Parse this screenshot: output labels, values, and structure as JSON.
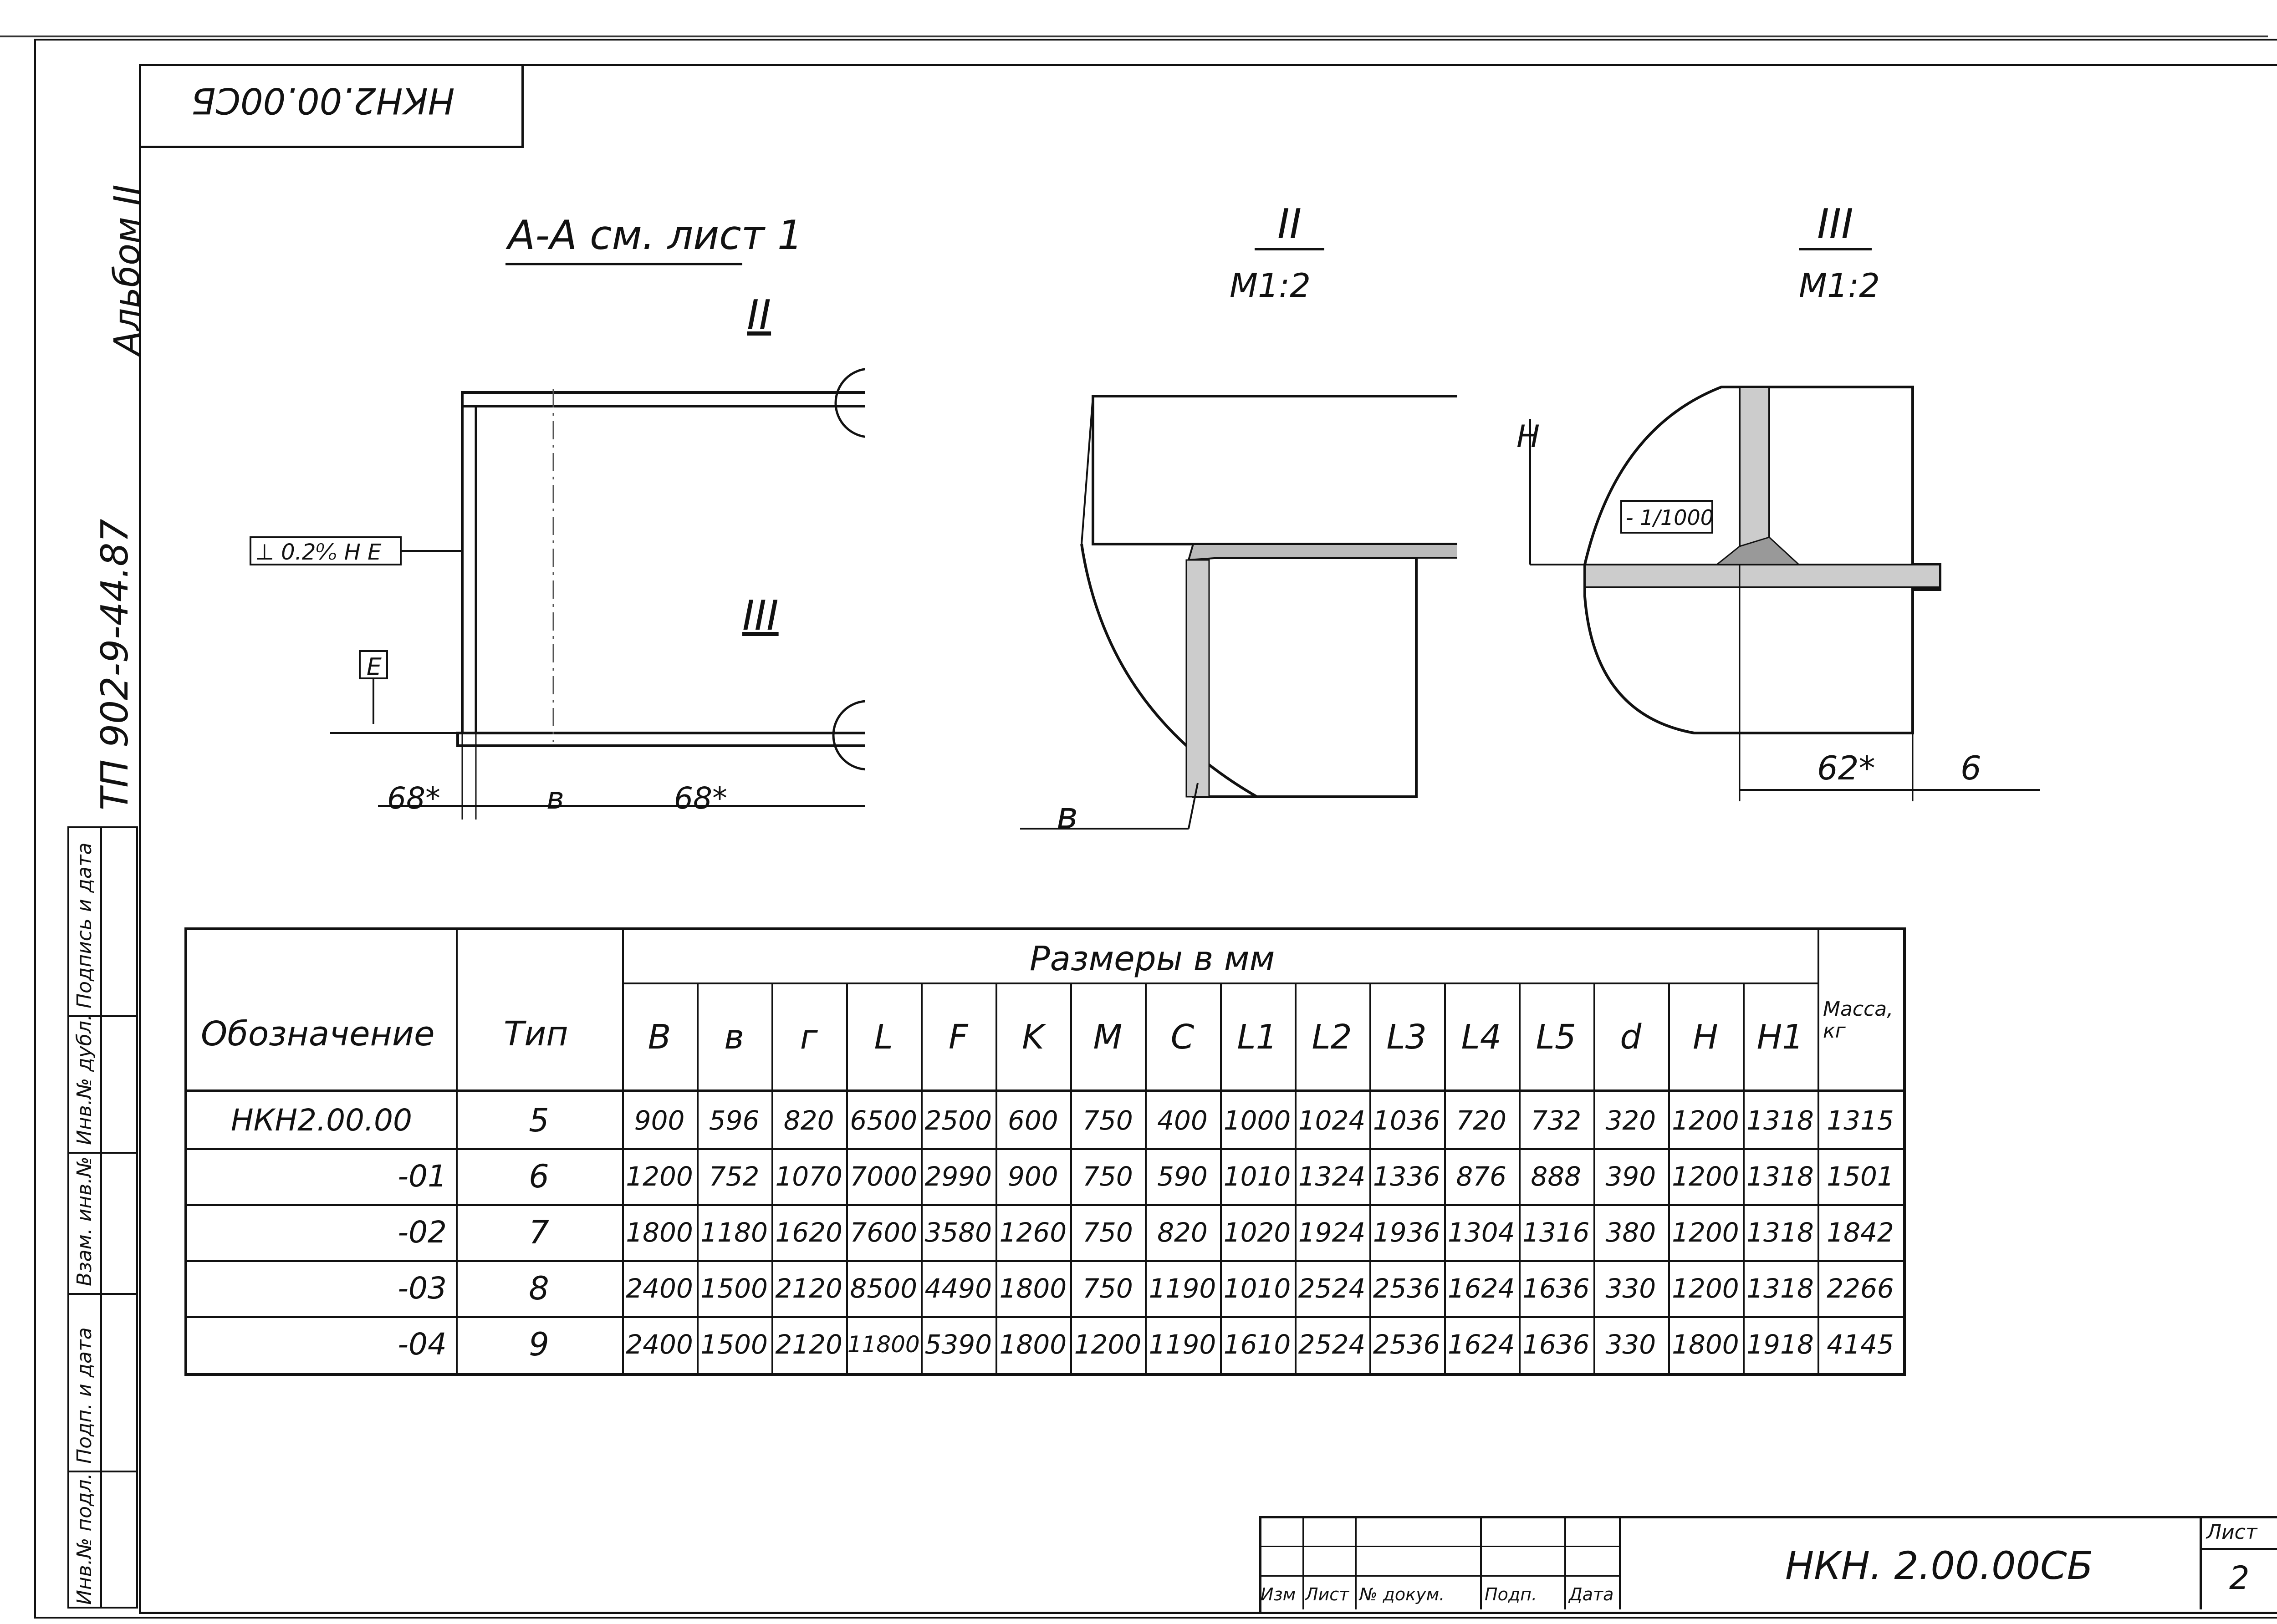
{
  "stamp_top_mirrored": "НКН2.00.00СБ",
  "side_labels": {
    "album": "Альбом II",
    "project": "ТП 902-9-44.87",
    "margin_boxes": [
      "Подпись и дата",
      "Инв.№ дубл.",
      "Взам. инв.№",
      "Подп. и дата",
      "Инв.№ подл."
    ]
  },
  "views": {
    "section": {
      "title": "А-А см. лист 1",
      "callout_2": "II",
      "callout_3": "III",
      "datum": "E",
      "tolerance": "⊥ 0.2⁰⁄ₒ H E",
      "dim_left": "68*",
      "dim_mid": "в",
      "dim_right": "68*"
    },
    "detail2": {
      "title": "II",
      "scale": "М1:2",
      "dim": "в"
    },
    "detail3": {
      "title": "III",
      "scale": "М1:2",
      "dim_h": "Н",
      "flatness": "- 1/1000",
      "dim_62": "62*",
      "dim_6": "6"
    }
  },
  "table": {
    "col_designation": "Обозначение",
    "col_type": "Тип",
    "group_header": "Размеры в мм",
    "col_mass": "Масса, кг",
    "dim_columns": [
      "B",
      "в",
      "г",
      "L",
      "F",
      "K",
      "M",
      "C",
      "L1",
      "L2",
      "L3",
      "L4",
      "L5",
      "d",
      "H",
      "H1"
    ],
    "rows": [
      {
        "designation": "НКН2.00.00",
        "type": "5",
        "values": [
          "900",
          "596",
          "820",
          "6500",
          "2500",
          "600",
          "750",
          "400",
          "1000",
          "1024",
          "1036",
          "720",
          "732",
          "320",
          "1200",
          "1318"
        ],
        "mass": "1315"
      },
      {
        "designation": "-01",
        "type": "6",
        "values": [
          "1200",
          "752",
          "1070",
          "7000",
          "2990",
          "900",
          "750",
          "590",
          "1010",
          "1324",
          "1336",
          "876",
          "888",
          "390",
          "1200",
          "1318"
        ],
        "mass": "1501"
      },
      {
        "designation": "-02",
        "type": "7",
        "values": [
          "1800",
          "1180",
          "1620",
          "7600",
          "3580",
          "1260",
          "750",
          "820",
          "1020",
          "1924",
          "1936",
          "1304",
          "1316",
          "380",
          "1200",
          "1318"
        ],
        "mass": "1842"
      },
      {
        "designation": "-03",
        "type": "8",
        "values": [
          "2400",
          "1500",
          "2120",
          "8500",
          "4490",
          "1800",
          "750",
          "1190",
          "1010",
          "2524",
          "2536",
          "1624",
          "1636",
          "330",
          "1200",
          "1318"
        ],
        "mass": "2266"
      },
      {
        "designation": "-04",
        "type": "9",
        "values": [
          "2400",
          "1500",
          "2120",
          "11800",
          "5390",
          "1800",
          "1200",
          "1190",
          "1610",
          "2524",
          "2536",
          "1624",
          "1636",
          "330",
          "1800",
          "1918"
        ],
        "mass": "4145"
      }
    ]
  },
  "title_block": {
    "labels": [
      "Изм",
      "Лист",
      "№ докум.",
      "Подп.",
      "Дата"
    ],
    "doc_number": "НКН. 2.00.00СБ",
    "sheet_label": "Лист",
    "sheet_number": "2"
  }
}
